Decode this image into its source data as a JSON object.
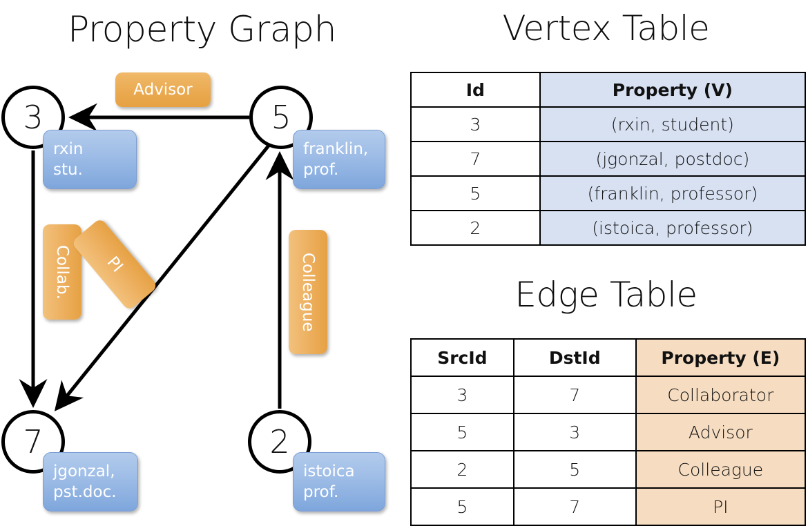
{
  "titles": {
    "property_graph": "Property Graph",
    "vertex_table": "Vertex Table",
    "edge_table": "Edge Table"
  },
  "graph": {
    "nodes": [
      {
        "id": "3",
        "property_label": "rxin\nstu.",
        "line1": "rxin",
        "line2": "stu."
      },
      {
        "id": "5",
        "property_label": "franklin, prof.",
        "line1": "franklin,",
        "line2": "prof."
      },
      {
        "id": "7",
        "property_label": "jgonzal, pst.doc.",
        "line1": "jgonzal,",
        "line2": "pst.doc."
      },
      {
        "id": "2",
        "property_label": "istoica prof.",
        "line1": "istoica",
        "line2": "prof."
      }
    ],
    "edge_labels": [
      {
        "name": "advisor",
        "text": "Advisor",
        "from": "5",
        "to": "3",
        "orientation": "horizontal"
      },
      {
        "name": "collab",
        "text": "Collab.",
        "from": "3",
        "to": "7",
        "orientation": "vertical"
      },
      {
        "name": "pi",
        "text": "PI",
        "from": "5",
        "to": "7",
        "orientation": "diagonal"
      },
      {
        "name": "colleague",
        "text": "Colleague",
        "from": "2",
        "to": "5",
        "orientation": "vertical"
      }
    ]
  },
  "vertex_table": {
    "headers": [
      "Id",
      "Property (V)"
    ],
    "rows": [
      {
        "id": "3",
        "property": "(rxin, student)"
      },
      {
        "id": "7",
        "property": "(jgonzal, postdoc)"
      },
      {
        "id": "5",
        "property": "(franklin, professor)"
      },
      {
        "id": "2",
        "property": "(istoica, professor)"
      }
    ]
  },
  "edge_table": {
    "headers": [
      "SrcId",
      "DstId",
      "Property (E)"
    ],
    "rows": [
      {
        "src": "3",
        "dst": "7",
        "property": "Collaborator"
      },
      {
        "src": "5",
        "dst": "3",
        "property": "Advisor"
      },
      {
        "src": "2",
        "dst": "5",
        "property": "Colleague"
      },
      {
        "src": "5",
        "dst": "7",
        "property": "PI"
      }
    ]
  },
  "colors": {
    "vertex_property_fill": "#d7e1f2",
    "edge_property_fill": "#f6ddc2",
    "node_property_box": "#9dbce6",
    "edge_label_box": "#eaa94f",
    "stroke": "#000000",
    "background": "#ffffff"
  }
}
